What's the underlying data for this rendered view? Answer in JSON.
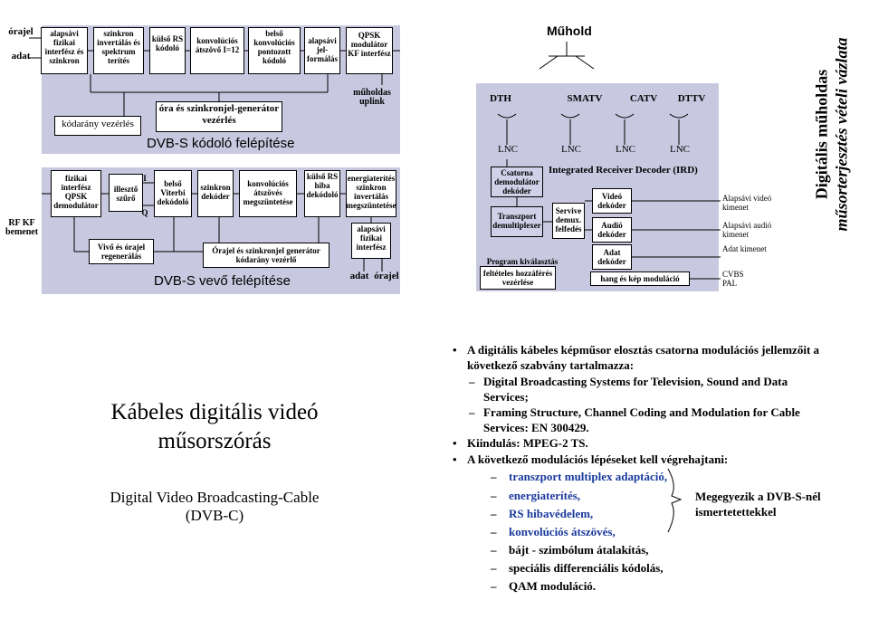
{
  "slide1": {
    "top_blocks": [
      "órajel",
      "adat",
      "alapsávi fizikai interfész és szinkron",
      "szinkron invertálás és spektrum terítés",
      "külső RS kódoló",
      "konvolúciós átszövő I=12",
      "belső konvolúciós pontozott kódoló",
      "alapsávi jel-formálás",
      "QPSK modulátor KF interfész"
    ],
    "sync_gen": "óra és szinkronjel-generátor vezérlés",
    "kodarany": "kódarány vezérlés",
    "uplink": "műholdas uplink",
    "encoder_title": "DVB-S kódoló felépítése",
    "bottom_blocks": [
      "fizikai interfész QPSK demodulátor",
      "illesztő szűrő",
      "belső Viterbi dekódoló",
      "szinkron dekóder",
      "konvolúciós átszövés megszüntetése",
      "külső RS hiba dekódoló",
      "energiaterítés szinkron invertálás megszüntetése",
      "alapsávi fizikai interfész"
    ],
    "rf_kf": "RF KF bemenet",
    "vivo": "Vivő és órajel regenerálás",
    "orajel_gen": "Órajel és szinkronjel generátor kódarány vezérlő",
    "decoder_title": "DVB-S vevő felépítése",
    "out_labels": [
      "adat",
      "órajel"
    ],
    "q_label": "Q",
    "i_label": "I"
  },
  "slide2": {
    "title": "Műhold",
    "sources": [
      "DTH",
      "SMATV",
      "CATV",
      "DTTV"
    ],
    "lnc": [
      "LNC",
      "LNC",
      "LNC",
      "LNC"
    ],
    "ird": "Integrated Receiver Decoder (IRD)",
    "blocks": [
      "Csatorna demodulátor dekóder",
      "Transzport demultiplexer",
      "Servive demux. felfedés",
      "Videó dekóder",
      "Audió dekóder",
      "Adat dekóder",
      "Program kiválasztás",
      "feltételes hozzáférés vezérlése",
      "hang és kép moduláció"
    ],
    "outputs": [
      "Alapsávi videó kimenet",
      "Alapsávi audió kimenet",
      "Adat kimenet",
      "CVBS PAL"
    ],
    "side_title_1": "Digitális műholdas",
    "side_title_2": "műsorterjesztés vételi vázlata"
  },
  "slide3": {
    "title_1": "Kábeles digitális videó",
    "title_2": "műsorszórás",
    "subtitle_1": "Digital Video Broadcasting-Cable",
    "subtitle_2": "(DVB-C)"
  },
  "slide4": {
    "b1": "A digitális kábeles képműsor elosztás csatorna modulációs jellemzőit a következő szabvány tartalmazza:",
    "s1a": "Digital Broadcasting Systems for Television, Sound and Data Services;",
    "s1b": "Framing Structure, Channel Coding and Modulation for Cable Services: EN 300429.",
    "b2": "Kiindulás: MPEG-2 TS.",
    "b3": "A következő modulációs lépéseket kell végrehajtani:",
    "steps": [
      "transzport multiplex adaptáció,",
      "energiaterítés,",
      "RS hibavédelem,",
      "konvolúciós átszövés,",
      "bájt - szimbólum átalakítás,",
      "speciális differenciális kódolás,",
      "QAM moduláció."
    ],
    "note": "Megegyezik a DVB-S-nél ismertetettekkel",
    "blue": "#1a3a9c"
  }
}
